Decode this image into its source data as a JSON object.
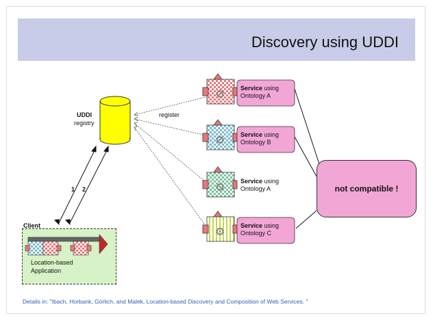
{
  "slide": {
    "title": "Discovery using UDDI",
    "footnote": "Details in: \"Ibach, Horbank, Görlich, and Malek, Location-based Discovery and Composition of Web Services. \""
  },
  "registry": {
    "name": "UDDI",
    "sub": "registry"
  },
  "register_label": "register",
  "client": {
    "label": "Client",
    "app_label_1": "Location-based",
    "app_label_2": "Application"
  },
  "arrows": {
    "one": "1",
    "two": "2"
  },
  "services": [
    {
      "strong": "Service",
      "rest": " using",
      "ontology": "Ontology A",
      "highlight": true,
      "color": "#e87878"
    },
    {
      "strong": "Service",
      "rest": " using",
      "ontology": "Ontology B",
      "highlight": true,
      "color": "#79b9d0"
    },
    {
      "strong": "Service",
      "rest": " using",
      "ontology": "Ontology A",
      "highlight": false,
      "color": "#76c29a"
    },
    {
      "strong": "Service",
      "rest": " using",
      "ontology": "Ontology C",
      "highlight": true,
      "color": "#c6d64c"
    }
  ],
  "not_compatible": "not compatible !",
  "colors": {
    "title_band": "#c8cce8",
    "registry": "#ffff00",
    "callout": "#f2a6d6",
    "client_bg": "#d6f2c6",
    "footnote": "#2b5fb5"
  }
}
